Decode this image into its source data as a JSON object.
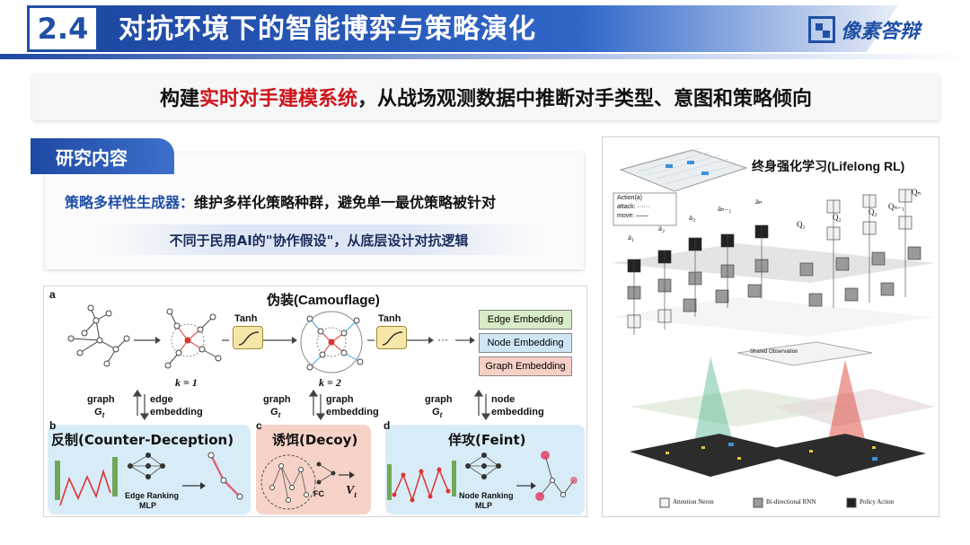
{
  "header": {
    "section_number": "2.4",
    "title": "对抗环境下的智能博弈与策略演化",
    "logo_text": "像素答辩"
  },
  "subtitle": {
    "prefix": "构建",
    "highlight": "实时对手建模系统",
    "suffix": "，从战场观测数据中推断对手类型、意图和策略倾向"
  },
  "research": {
    "tab_label": "研究内容",
    "item_label": "策略多样性生成器：",
    "item_text": "维护多样化策略种群，避免单一最优策略被针对",
    "note": "不同于民用AI的\"协作假设\"，从底层设计对抗逻辑"
  },
  "figure_left": {
    "panel_a_letter": "a",
    "camouflage_title": "伪装(Camouflage)",
    "tanh_label": "Tanh",
    "k1": "k = 1",
    "k2": "k = 2",
    "ellipsis": "···",
    "embeddings": [
      "Edge Embedding",
      "Node Embedding",
      "Graph Embedding"
    ],
    "arrows": [
      {
        "up": "graph",
        "up_sub": "G",
        "up_subscript": "t",
        "down": "edge",
        "down2": "embedding"
      },
      {
        "up": "graph",
        "up_sub": "G",
        "up_subscript": "t",
        "down": "graph",
        "down2": "embedding"
      },
      {
        "up": "graph",
        "up_sub": "G",
        "up_subscript": "t",
        "down": "node",
        "down2": "embedding"
      }
    ],
    "panel_b_letter": "b",
    "panel_c_letter": "c",
    "panel_d_letter": "d",
    "counter_title": "反制(Counter-Deception)",
    "decoy_title": "诱饵(Decoy)",
    "feint_title": "佯攻(Feint)",
    "edge_ranking": "Edge Ranking",
    "node_ranking": "Node Ranking",
    "mlp": "MLP",
    "fc": "FC",
    "vt": "V",
    "vt_sub": "t"
  },
  "figure_right": {
    "title": "终身强化学习(Lifelong RL)",
    "legend_action": "Action(a)",
    "legend_attack": "attack: ······",
    "legend_move": "move: ——",
    "q_labels": [
      "Q₁",
      "Q₂",
      "Q₃",
      "Qₙ₋₁",
      "Qₙ"
    ],
    "a_labels": [
      "a₁",
      "a₂",
      "a₃",
      "aₙ₋₁",
      "aₙ"
    ],
    "shared_observation": "Shared Observation",
    "legend": [
      "Attention Neron",
      "Bi-directional RNN",
      "Policy Action"
    ]
  },
  "colors": {
    "brand_blue": "#1f4fa6",
    "highlight_red": "#d0141b",
    "edge_embedding": "#d8ecc7",
    "node_embedding": "#cfe6f5",
    "graph_embedding": "#f6d0c6",
    "counter_box": "#d8ecf8",
    "decoy_box": "#f7d2c8",
    "feint_box": "#d8ecf8"
  }
}
